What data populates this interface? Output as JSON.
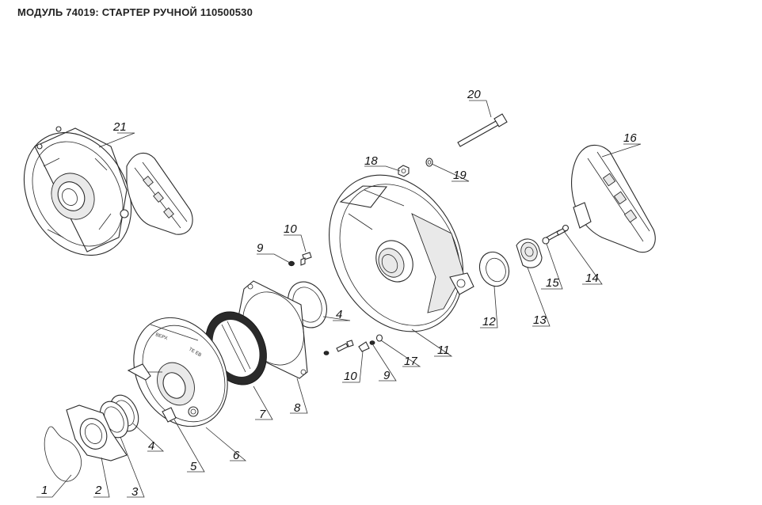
{
  "title": "МОДУЛЬ 74019: СТАРТЕР РУЧНОЙ 110500530",
  "callouts": {
    "c1": "1",
    "c2": "2",
    "c3": "3",
    "c4a": "4",
    "c4b": "4",
    "c5": "5",
    "c6": "6",
    "c7": "7",
    "c8": "8",
    "c9a": "9",
    "c9b": "9",
    "c10a": "10",
    "c10b": "10",
    "c11": "11",
    "c12": "12",
    "c13": "13",
    "c14": "14",
    "c15": "15",
    "c16": "16",
    "c17": "17",
    "c18": "18",
    "c19": "19",
    "c20": "20",
    "c21": "21"
  },
  "icons": {
    "label_a": "ВЕРХ",
    "label_b": "ТЕ ЕВ"
  }
}
